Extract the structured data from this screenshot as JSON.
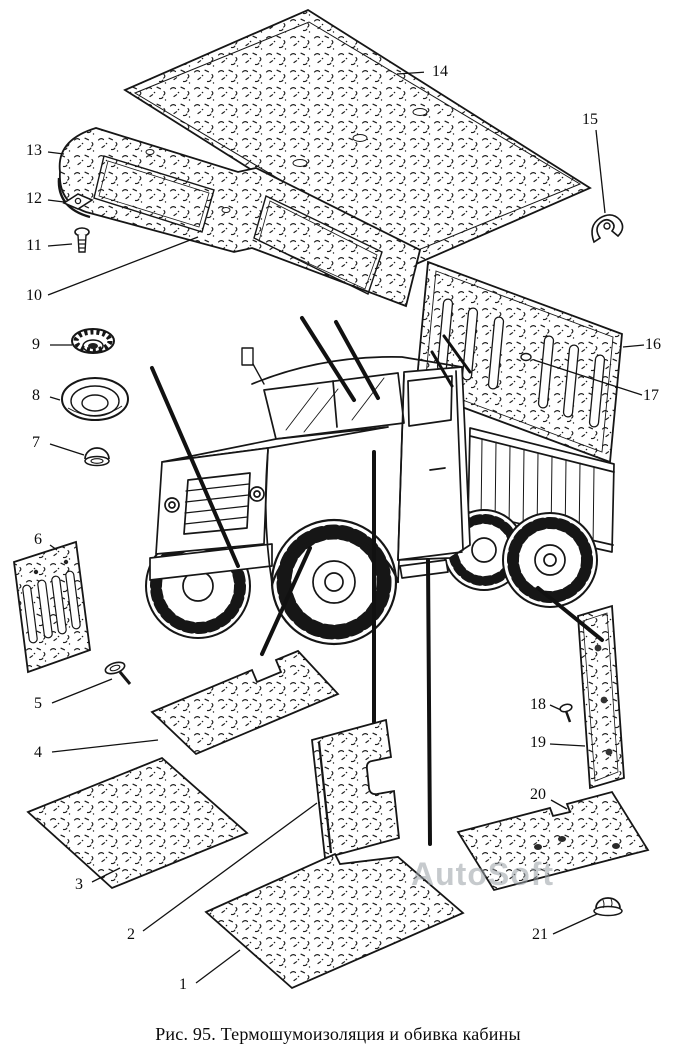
{
  "figure": {
    "caption": "Рис. 95. Термошумоизоляция и обивка кабины",
    "watermark": "AutoSoft"
  },
  "colors": {
    "paper": "#ffffff",
    "ink": "#141414",
    "watermark": "#99a0a6"
  },
  "callouts": [
    {
      "n": "1"
    },
    {
      "n": "2"
    },
    {
      "n": "3"
    },
    {
      "n": "4"
    },
    {
      "n": "5"
    },
    {
      "n": "6"
    },
    {
      "n": "7"
    },
    {
      "n": "8"
    },
    {
      "n": "9"
    },
    {
      "n": "10"
    },
    {
      "n": "11"
    },
    {
      "n": "12"
    },
    {
      "n": "13"
    },
    {
      "n": "14"
    },
    {
      "n": "15"
    },
    {
      "n": "16"
    },
    {
      "n": "17"
    },
    {
      "n": "18"
    },
    {
      "n": "19"
    },
    {
      "n": "20"
    },
    {
      "n": "21"
    }
  ]
}
